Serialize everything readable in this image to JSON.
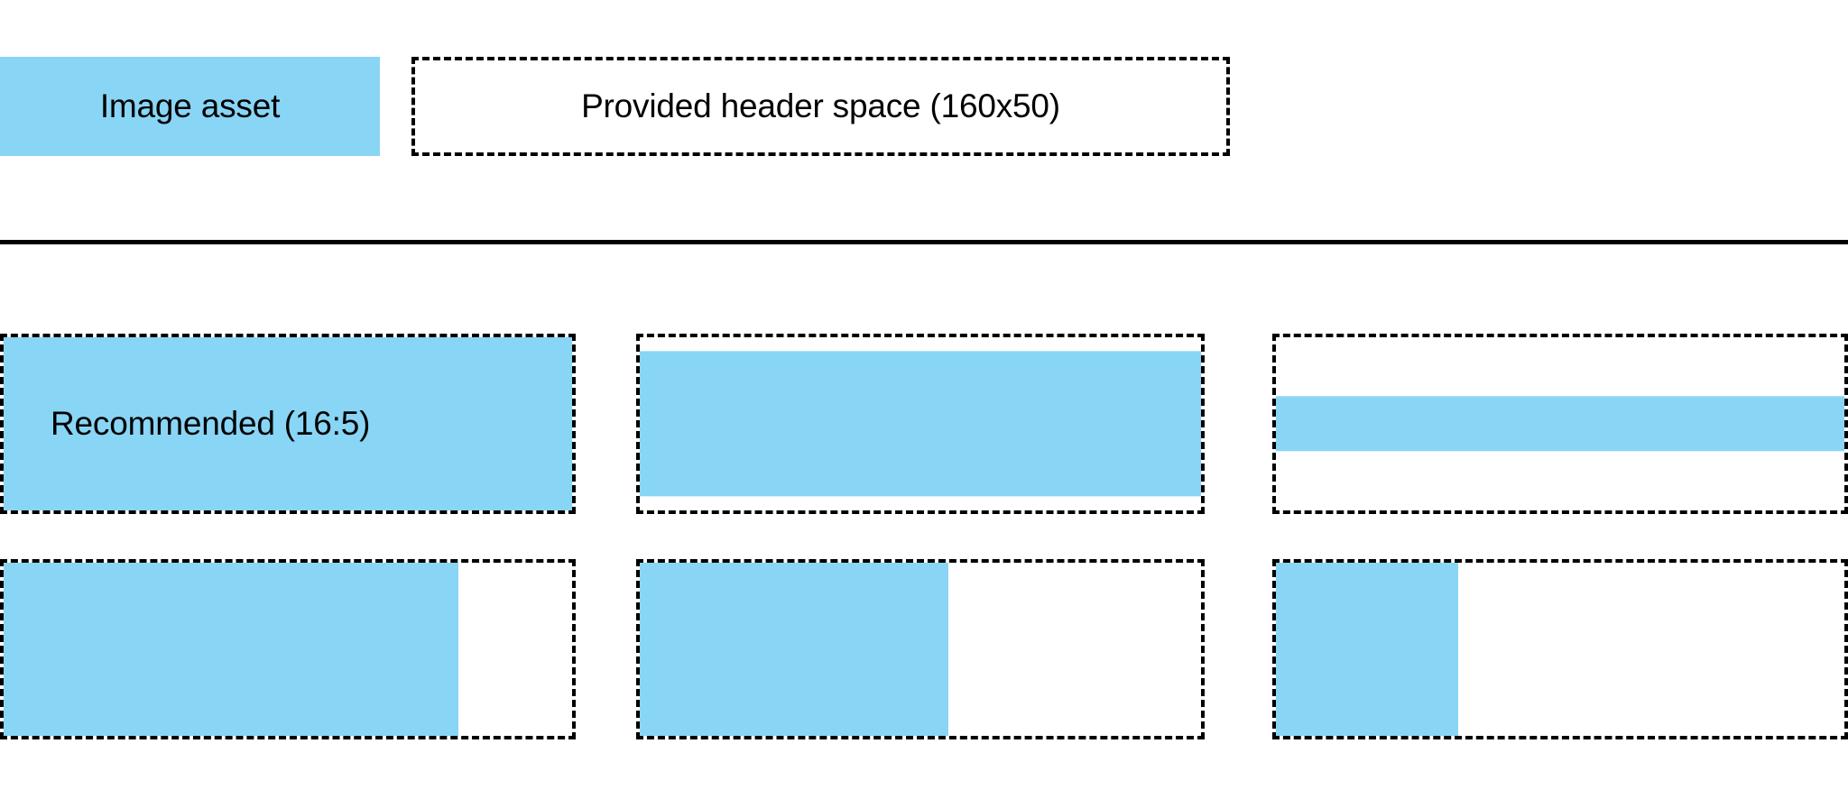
{
  "page": {
    "background_color": "#ffffff",
    "accent_color": "#89d5f5",
    "outline_color": "#000000",
    "divider_color": "#000000"
  },
  "header": {
    "asset_swatch": {
      "label": "Image asset",
      "fill_color": "#89d5f5"
    },
    "provided_space": {
      "label": "Provided header space (160x50)",
      "dimensions": "160x50",
      "border_style": "dashed"
    }
  },
  "grid": {
    "rows": [
      {
        "cells": [
          {
            "label": "Recommended (16:5)",
            "ratio": "16:5",
            "fill_width_pct": 100,
            "fill_height_pct": 100,
            "fill_align_x": "left",
            "fill_align_y": "center"
          },
          {
            "label": "",
            "ratio": "",
            "fill_width_pct": 100,
            "fill_height_pct": 84,
            "fill_align_x": "left",
            "fill_align_y": "center"
          },
          {
            "label": "",
            "ratio": "",
            "fill_width_pct": 100,
            "fill_height_pct": 32,
            "fill_align_x": "left",
            "fill_align_y": "center"
          }
        ]
      },
      {
        "cells": [
          {
            "label": "",
            "ratio": "",
            "fill_width_pct": 80,
            "fill_height_pct": 100,
            "fill_align_x": "left",
            "fill_align_y": "center"
          },
          {
            "label": "",
            "ratio": "",
            "fill_width_pct": 55,
            "fill_height_pct": 100,
            "fill_align_x": "left",
            "fill_align_y": "center"
          },
          {
            "label": "",
            "ratio": "",
            "fill_width_pct": 32,
            "fill_height_pct": 100,
            "fill_align_x": "left",
            "fill_align_y": "center"
          }
        ]
      }
    ]
  }
}
